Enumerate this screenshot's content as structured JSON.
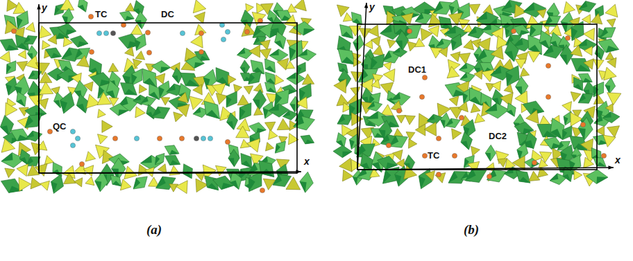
{
  "diagram": {
    "labels": [
      "y",
      "x",
      "TC",
      "DC",
      "QC",
      "(a)",
      "y",
      "x",
      "DC1",
      "DC2",
      "TC",
      "(b)"
    ]
  }
}
